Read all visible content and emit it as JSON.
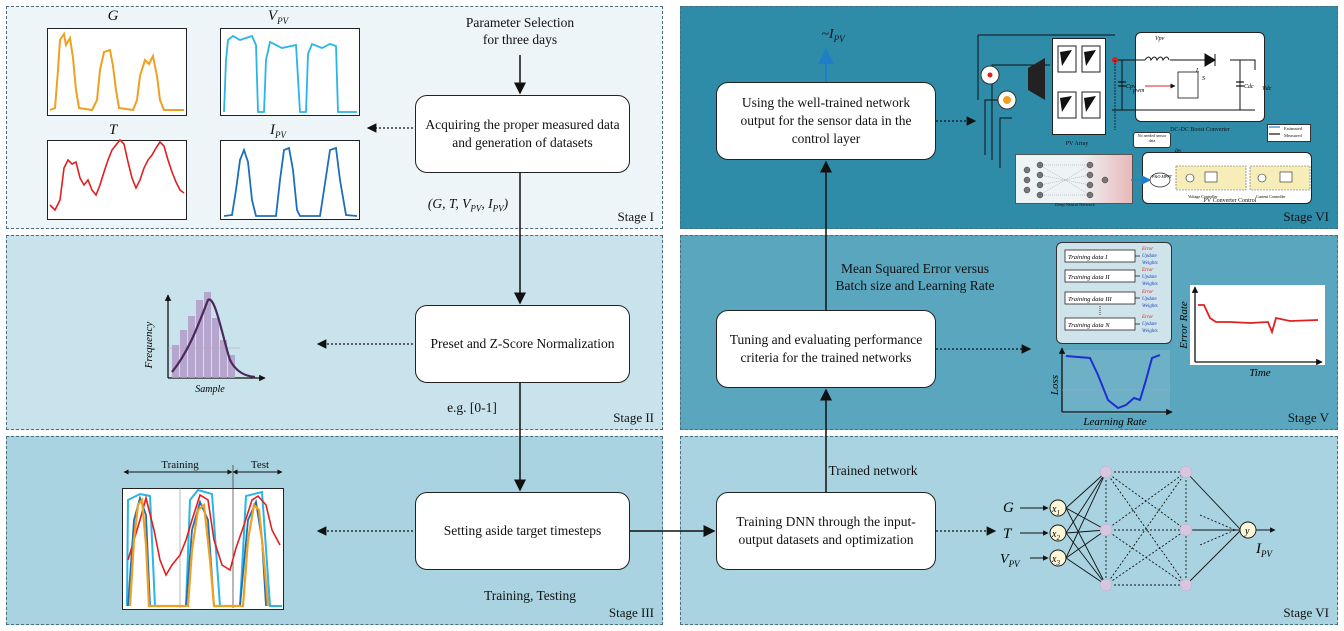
{
  "colors": {
    "stage1_bg": "#eef5f8",
    "stage2_bg": "#c9e3ec",
    "stage3_bg": "#a9d3e0",
    "stage5_bg": "#5aa6be",
    "stage6_bg": "#2f8ca8",
    "orange": "#f0a020",
    "light_blue": "#29b6e6",
    "red": "#e02020",
    "dark_blue": "#1e6fba",
    "purple": "#b39bc9",
    "node": "#d6c6e0"
  },
  "stages": {
    "s1": "Stage I",
    "s2": "Stage II",
    "s3": "Stage III",
    "s5": "Stage V",
    "s6_top": "Stage VI",
    "s6_bottom": "Stage VI"
  },
  "left": {
    "plot_titles": {
      "g": "G",
      "vpv": "V",
      "vpv_sub": "PV",
      "t": "T",
      "ipv": "I",
      "ipv_sub": "PV"
    },
    "param_selection": [
      "Parameter Selection",
      "for three days"
    ],
    "box_acquire": "Acquiring the proper measured data and generation of datasets",
    "params_tuple": "(G, T, VPV, IPV)",
    "box_preset": "Preset and Z-Score Normalization",
    "hist_ylabel": "Frequency",
    "hist_xlabel": "Sample",
    "eg": "e.g. [0-1]",
    "box_setting": "Setting aside target timesteps",
    "train_label": "Training",
    "test_label": "Test",
    "training_testing": "Training, Testing"
  },
  "right": {
    "ipv_hat": "I",
    "ipv_hat_sub": "PV",
    "box_using": "Using the well-trained network output for the sensor data in the control layer",
    "circuit": {
      "pv_array": "PV Array",
      "converter": "DC-DC Boost Converter",
      "control": "PV Converter Control",
      "deep": "Deep Neural Network",
      "estimated": "Estimated",
      "measured": "Measured",
      "no_sensor": "No needed sensor data",
      "pwm": "pwm",
      "mppt": "P&O MPPT",
      "vctrl": "Voltage Controller",
      "cctrl": "Current Controller",
      "vpv": "Vpv",
      "ipv": "Ipv",
      "vdc": "Vdc",
      "l": "L",
      "s": "S",
      "cpv": "Cpv",
      "cdc": "Cdc"
    },
    "mse_title": [
      "Mean Squared Error versus",
      "Batch size and Learning Rate"
    ],
    "training_data": [
      {
        "label": "Training data I",
        "err": "Error",
        "upd": "Update",
        "w": "Weights"
      },
      {
        "label": "Training data II",
        "err": "Error",
        "upd": "Update",
        "w": "Weights"
      },
      {
        "label": "Training data III",
        "err": "Error",
        "upd": "Update",
        "w": "Weights"
      },
      {
        "label": "Training data N",
        "err": "Error",
        "upd": "Update",
        "w": "Weights"
      }
    ],
    "box_tuning": "Tuning and evaluating performance criteria for the trained networks",
    "loss_ylabel": "Loss",
    "loss_xlabel": "Learning Rate",
    "err_ylabel": "Error Rate",
    "err_xlabel": "Time",
    "trained_network": "Trained network",
    "box_training": "Training DNN through the input-output datasets and optimization",
    "nn": {
      "in1": "G",
      "in2": "T",
      "in3": "V",
      "in3_sub": "PV",
      "x1": "x",
      "x1_sub": "1",
      "x2": "x",
      "x2_sub": "2",
      "x3": "x",
      "x3_sub": "3",
      "y": "y",
      "out": "I",
      "out_sub": "PV"
    }
  }
}
